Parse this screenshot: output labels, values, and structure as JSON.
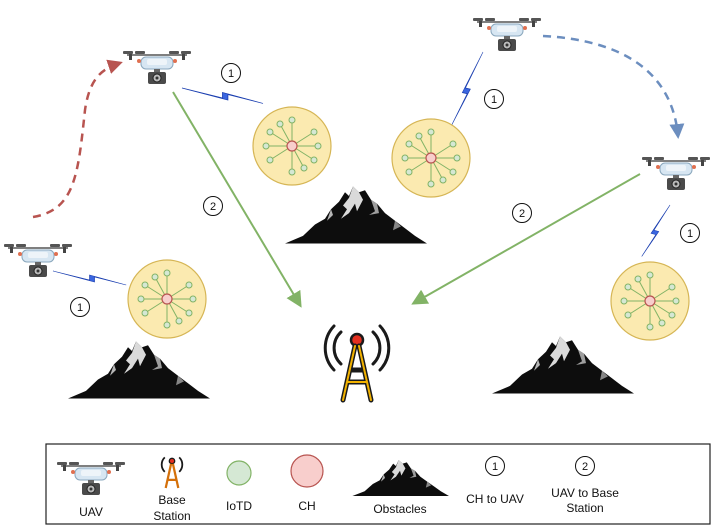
{
  "steps": {
    "ch_to_uav": "1",
    "uav_to_bs": "2"
  },
  "legend": {
    "uav": "UAV",
    "base_station_line1": "Base",
    "base_station_line2": "Station",
    "iotd": "IoTD",
    "ch": "CH",
    "obstacles": "Obstacles",
    "ch_to_uav_line1": "CH to UAV",
    "uav_to_bs_line1": "UAV to Base",
    "uav_to_bs_line2": "Station"
  },
  "colors": {
    "cluster_fill": "#fbeab0",
    "cluster_stroke": "#d6b656",
    "iotd_fill": "#d5e8d4",
    "iotd_stroke": "#82b366",
    "ch_fill": "#f8cecc",
    "ch_stroke": "#b85450",
    "uplink_arrow": "#82b366",
    "red_path": "#b85450",
    "blue_path": "#6c8ebf",
    "wireless_bolt": "#3a66e0",
    "mountain": "#0d0d0d",
    "tower": "#d4700a"
  },
  "icons": {
    "uav": "drone-icon",
    "base_station": "radio-tower-icon",
    "obstacle": "mountain-icon",
    "link": "lightning-bolt-icon"
  }
}
